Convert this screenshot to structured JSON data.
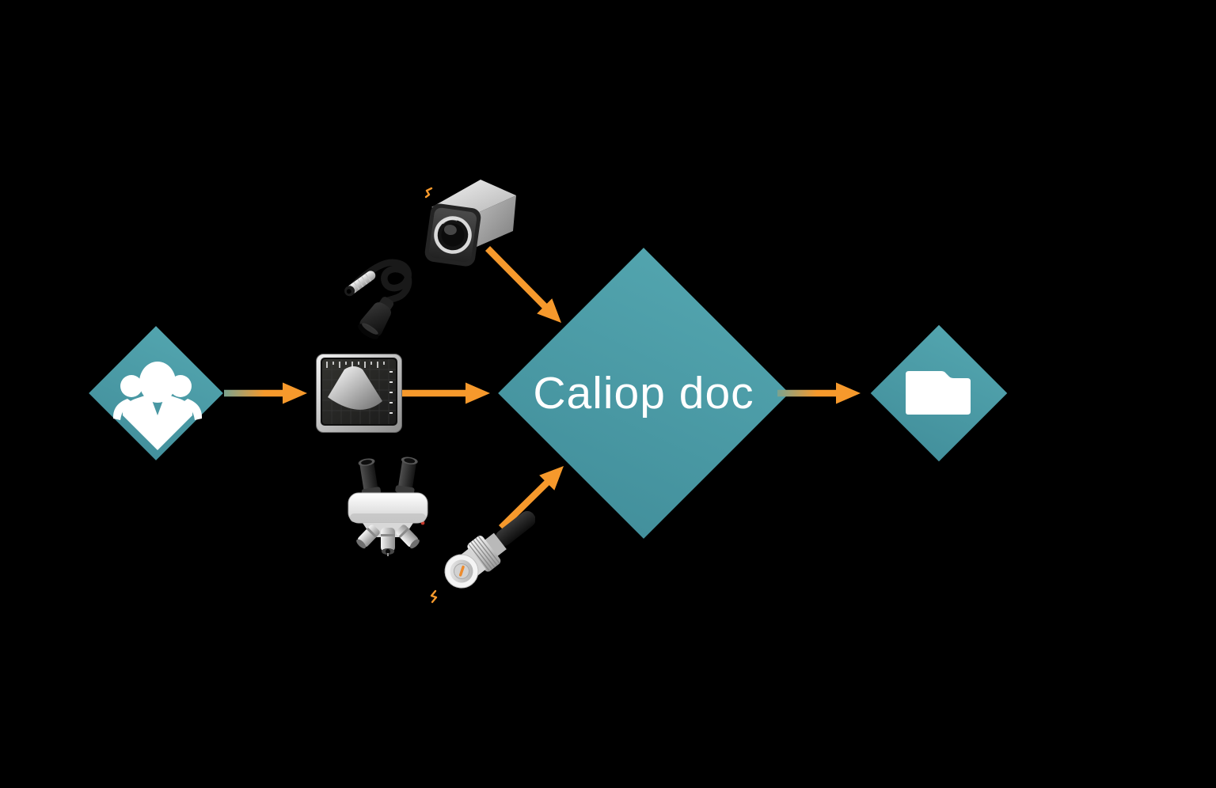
{
  "diagram": {
    "type": "flow-diagram",
    "background_color": "#000000",
    "arrow_color": "#F6992C",
    "node_fill_color": "#4A98A4",
    "text_color": "#FFFFFF",
    "center_node": {
      "id": "caliop-doc",
      "label": "Caliop doc",
      "shape": "diamond"
    },
    "input_nodes": [
      {
        "id": "users-group",
        "icon": "users-group-icon",
        "shape": "diamond"
      },
      {
        "id": "video-camera",
        "icon": "video-camera-icon"
      },
      {
        "id": "ultrasound-probe",
        "icon": "ultrasound-probe-icon"
      },
      {
        "id": "ultrasound-display",
        "icon": "ultrasound-display-icon"
      },
      {
        "id": "microscope",
        "icon": "microscope-icon"
      },
      {
        "id": "bnc-connector",
        "icon": "bnc-connector-icon"
      }
    ],
    "output_node": {
      "id": "folder",
      "icon": "folder-icon",
      "shape": "diamond"
    },
    "edges": [
      {
        "from": "users-group",
        "to": "ultrasound-display"
      },
      {
        "from": "ultrasound-display",
        "to": "caliop-doc"
      },
      {
        "from": "video-camera",
        "to": "caliop-doc"
      },
      {
        "from": "bnc-connector",
        "to": "caliop-doc"
      },
      {
        "from": "caliop-doc",
        "to": "folder"
      }
    ]
  }
}
